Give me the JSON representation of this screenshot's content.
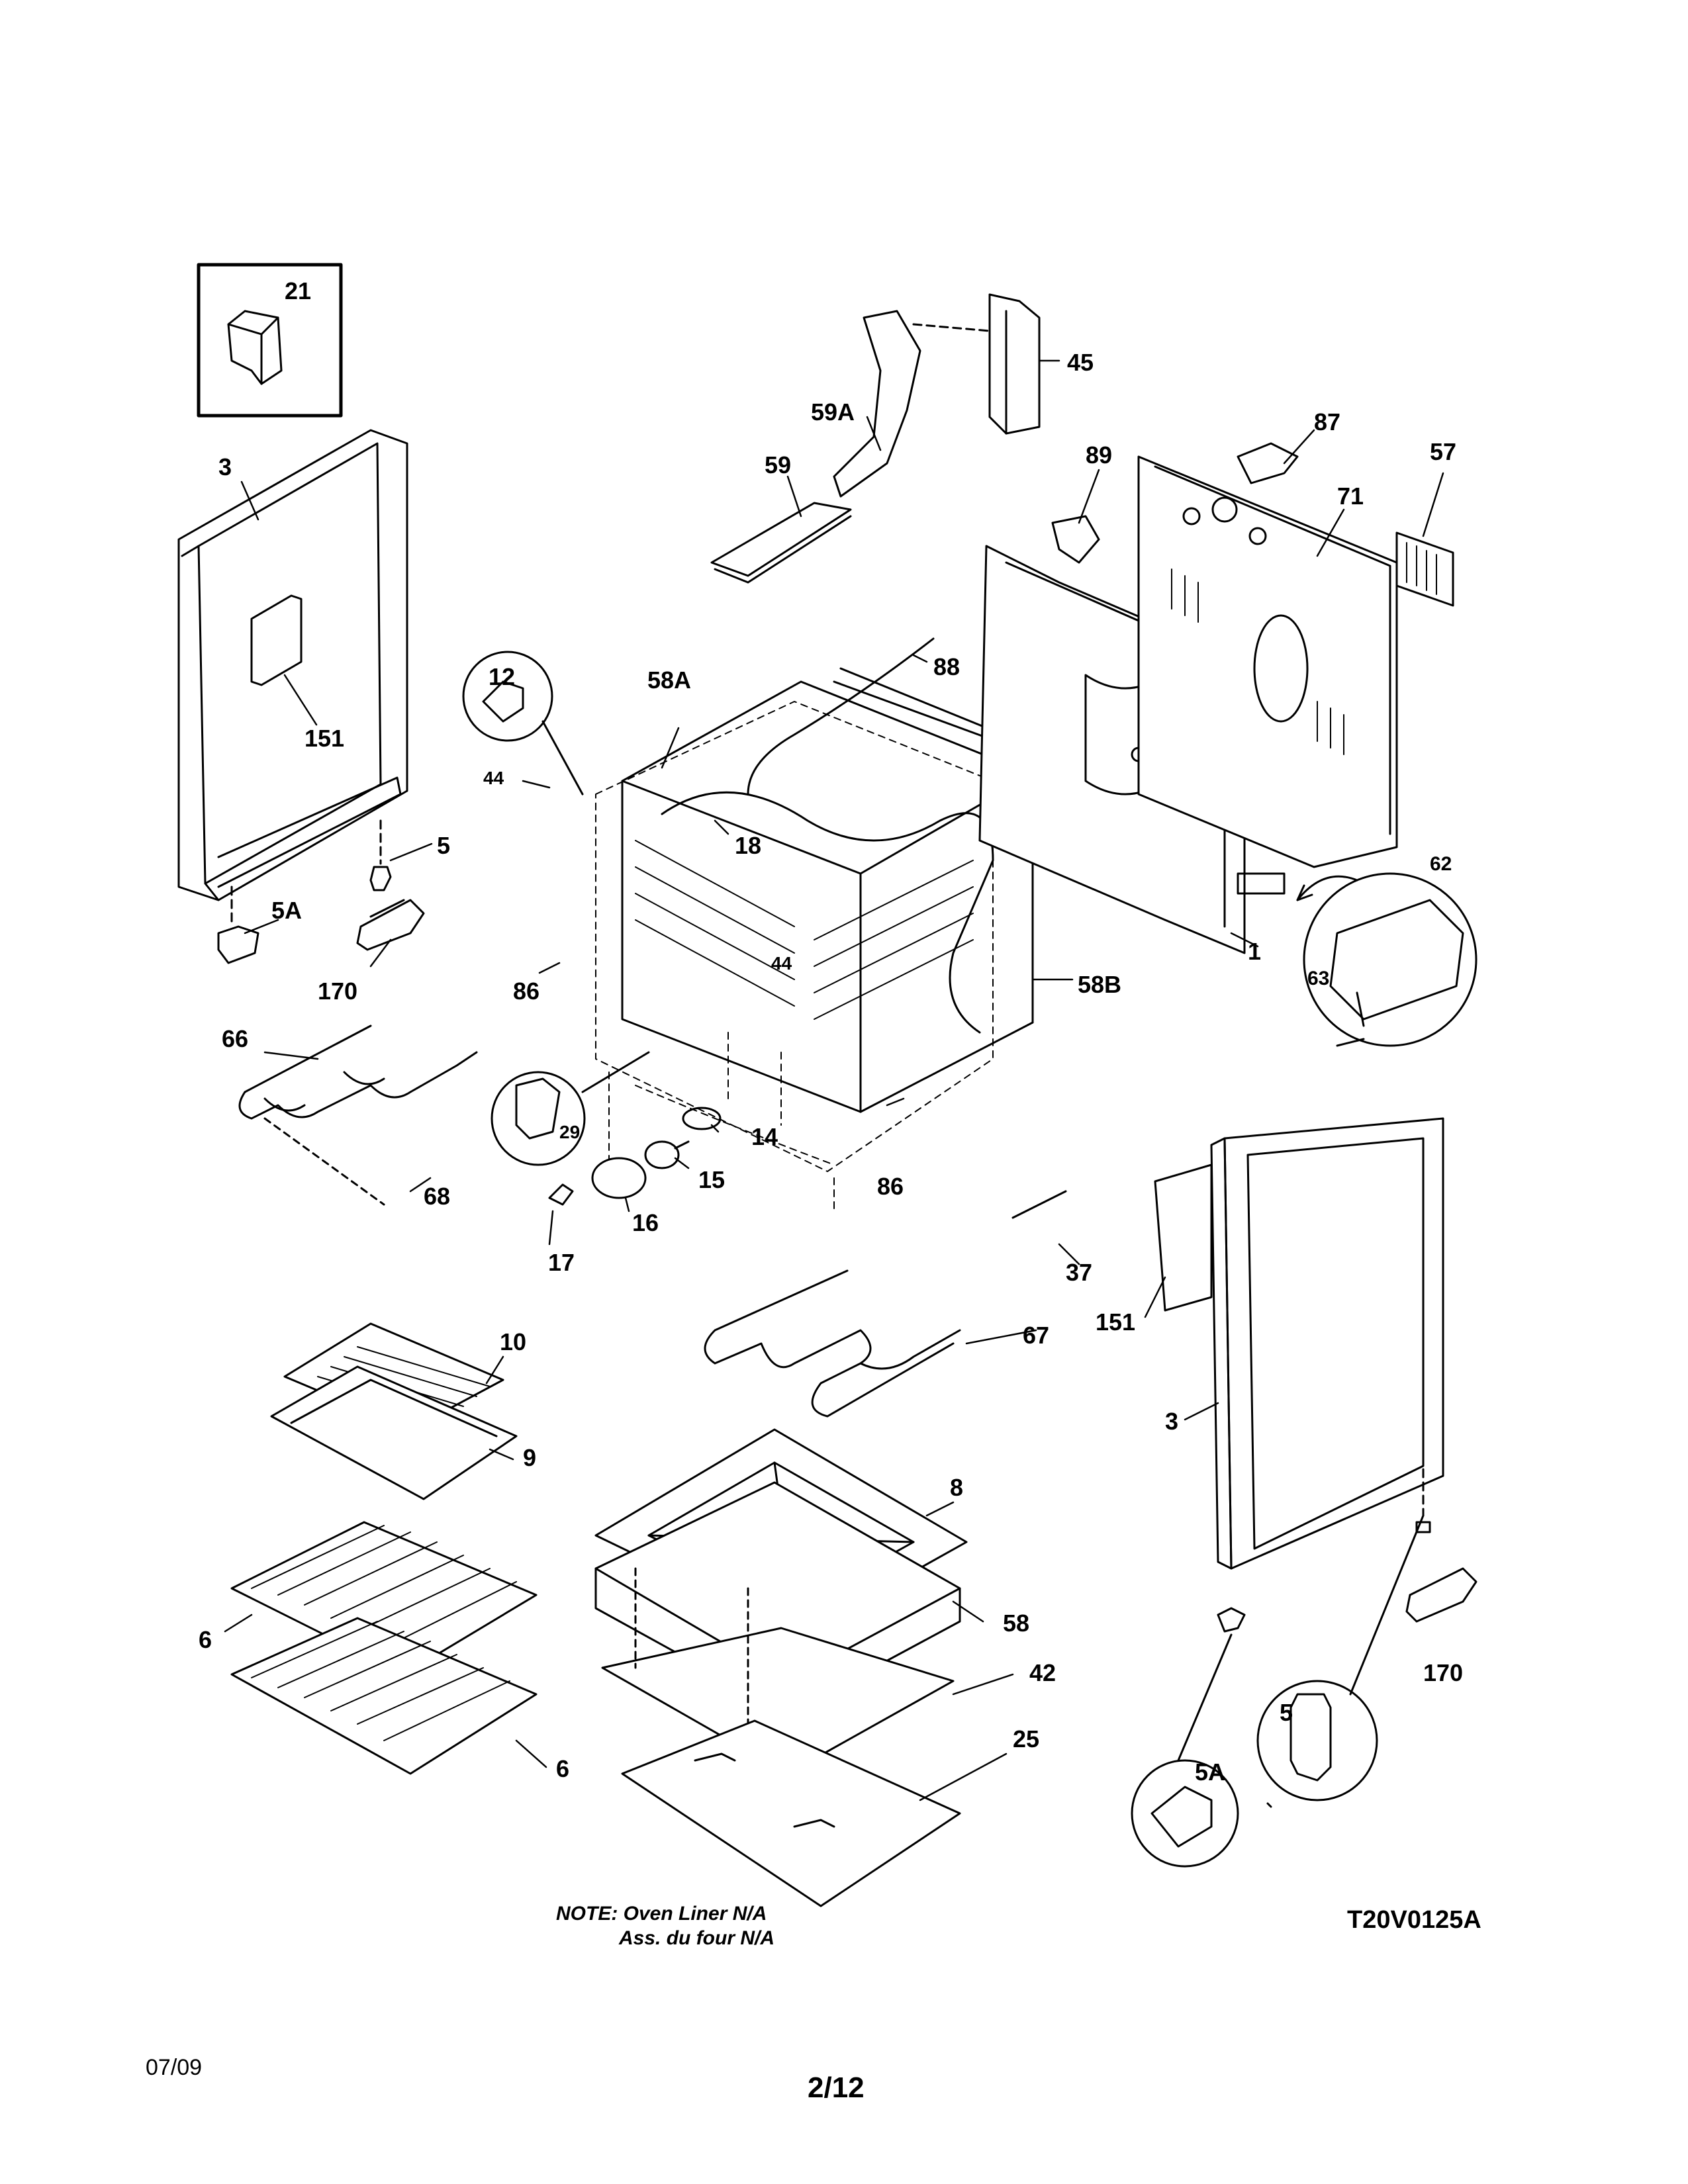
{
  "diagram": {
    "callouts": [
      {
        "id": "21"
      },
      {
        "id": "3"
      },
      {
        "id": "151"
      },
      {
        "id": "5"
      },
      {
        "id": "5A"
      },
      {
        "id": "170"
      },
      {
        "id": "12"
      },
      {
        "id": "44"
      },
      {
        "id": "58A"
      },
      {
        "id": "18"
      },
      {
        "id": "86"
      },
      {
        "id": "66"
      },
      {
        "id": "68"
      },
      {
        "id": "29"
      },
      {
        "id": "14"
      },
      {
        "id": "15"
      },
      {
        "id": "16"
      },
      {
        "id": "17"
      },
      {
        "id": "59A"
      },
      {
        "id": "59"
      },
      {
        "id": "45"
      },
      {
        "id": "88"
      },
      {
        "id": "89"
      },
      {
        "id": "87"
      },
      {
        "id": "57"
      },
      {
        "id": "71"
      },
      {
        "id": "62"
      },
      {
        "id": "63"
      },
      {
        "id": "1"
      },
      {
        "id": "58B"
      },
      {
        "id": "37"
      },
      {
        "id": "67"
      },
      {
        "id": "10"
      },
      {
        "id": "9"
      },
      {
        "id": "8"
      },
      {
        "id": "58"
      },
      {
        "id": "42"
      },
      {
        "id": "25"
      },
      {
        "id": "6"
      }
    ]
  },
  "note": {
    "line1": "NOTE: Oven Liner N/A",
    "line2": "Ass. du four N/A"
  },
  "drawing_code": "T20V0125A",
  "date": "07/09",
  "page": "2/12"
}
